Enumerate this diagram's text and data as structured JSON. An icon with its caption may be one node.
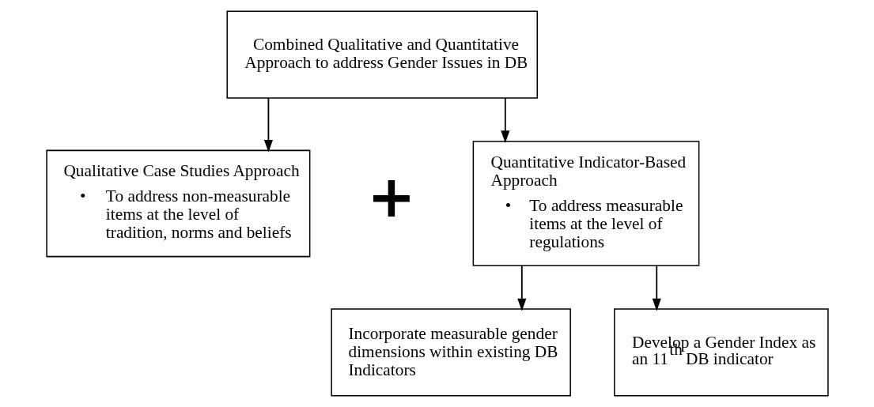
{
  "diagram": {
    "nodes": [
      {
        "text": [
          "Combined Qualitative and Quantitative Approach to address Gender Issues in DB"
        ]
      },
      {
        "text": [
          "Qualitative Case Studies Approach",
          "•",
          "To address non-measurable items at the level of tradition, norms and beliefs"
        ]
      },
      {
        "text": [
          "Quantitative Indicator-Based Approach",
          "•",
          "To address measurable items at the level of regulations"
        ]
      },
      {
        "text": [
          "Incorporate measurable gender dimensions within existing DB Indicators"
        ]
      },
      {
        "text": [
          "Develop a Gender Index as an 11$^{th}$ DB indicator"
        ]
      }
    ],
    "edges": [
      {
        "from": 0,
        "to": 1,
        "arrow": "to"
      },
      {
        "from": 0,
        "to": 2,
        "arrow": "to"
      },
      {
        "from": 2,
        "to": 3,
        "arrow": "to"
      },
      {
        "from": 2,
        "to": 4,
        "arrow": "to"
      }
    ],
    "labels": [
      "+"
    ]
  }
}
